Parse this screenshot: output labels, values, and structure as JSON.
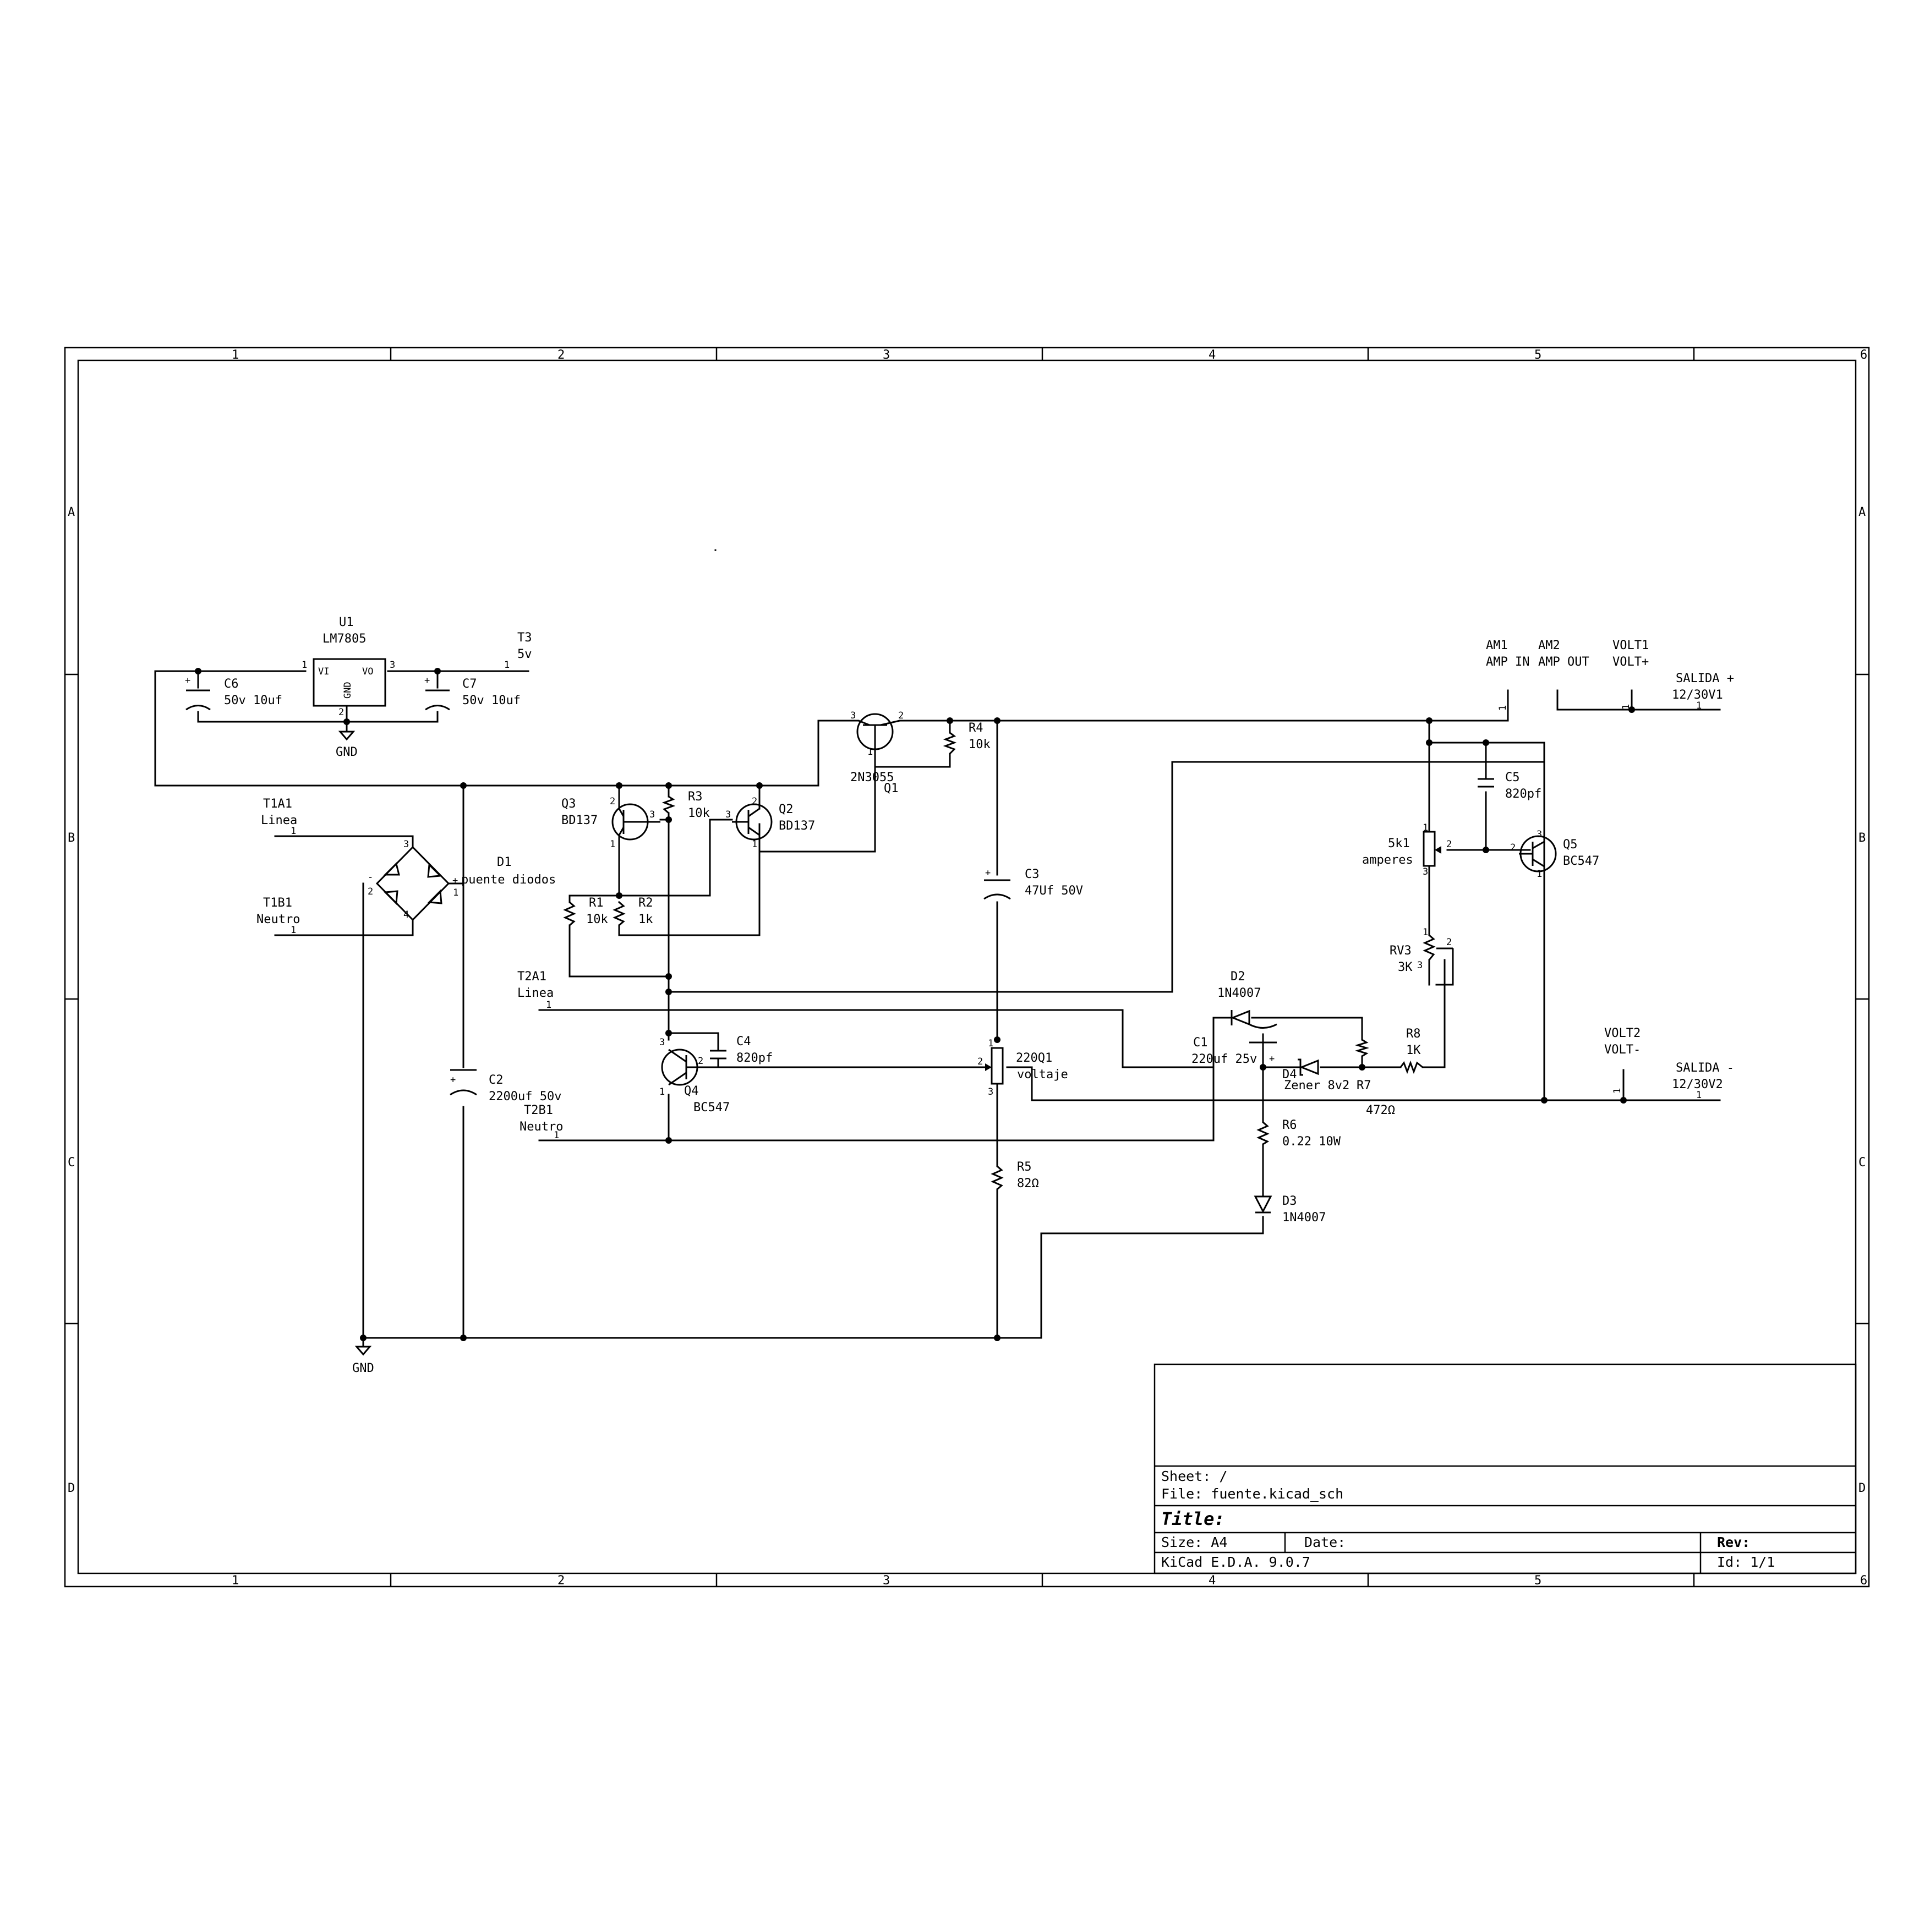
{
  "frame": {
    "columns": [
      "1",
      "2",
      "3",
      "4",
      "5",
      "6"
    ],
    "rows": [
      "A",
      "B",
      "C",
      "D"
    ]
  },
  "title_block": {
    "sheet": "Sheet: /",
    "file": "File: fuente.kicad_sch",
    "title": "Title:",
    "size": "Size: A4",
    "date": "Date:",
    "rev": "Rev:",
    "tool": "KiCad E.D.A. 9.0.7",
    "id": "Id: 1/1"
  },
  "components": {
    "u1": {
      "ref": "U1",
      "value": "LM7805",
      "pin_vi": "VI",
      "pin_vo": "VO",
      "pin_gnd": "GND"
    },
    "c6": {
      "ref": "C6",
      "value": "50v 10uf"
    },
    "c7": {
      "ref": "C7",
      "value": "50v 10uf"
    },
    "t3": {
      "ref": "T3",
      "value": "5v"
    },
    "gnd_top": {
      "label": "GND"
    },
    "gnd_bottom": {
      "label": "GND"
    },
    "t1a1": {
      "ref": "T1A1",
      "value": "Linea"
    },
    "t1b1": {
      "ref": "T1B1",
      "value": "Neutro"
    },
    "d1": {
      "ref": "D1",
      "value": "puente diodos"
    },
    "c2": {
      "ref": "C2",
      "value": "2200uf 50v"
    },
    "q3": {
      "ref": "Q3",
      "value": "BD137"
    },
    "q2": {
      "ref": "Q2",
      "value": "BD137"
    },
    "q1": {
      "ref": "Q1",
      "value": "2N3055"
    },
    "r3": {
      "ref": "R3",
      "value": "10k"
    },
    "r4": {
      "ref": "R4",
      "value": "10k"
    },
    "r1": {
      "ref": "R1",
      "value": "10k"
    },
    "r2": {
      "ref": "R2",
      "value": "1k"
    },
    "c3": {
      "ref": "C3",
      "value": "47Uf 50V"
    },
    "t2a1": {
      "ref": "T2A1",
      "value": "Linea"
    },
    "t2b1": {
      "ref": "T2B1",
      "value": "Neutro"
    },
    "q4": {
      "ref": "Q4",
      "value": "BC547"
    },
    "c4": {
      "ref": "C4",
      "value": "820pf"
    },
    "pot_volt": {
      "ref": "220Q1",
      "value": "voltaje"
    },
    "r5": {
      "ref": "R5",
      "value": "82Ω"
    },
    "d2": {
      "ref": "D2",
      "value": "1N4007"
    },
    "c1": {
      "ref": "C1",
      "value": "220uf 25v"
    },
    "d4": {
      "ref": "D4",
      "value": "Zener 8v2"
    },
    "r7": {
      "ref": "R7",
      "value": "472Ω"
    },
    "r8": {
      "ref": "R8",
      "value": "1K"
    },
    "r6": {
      "ref": "R6",
      "value": "0.22 10W"
    },
    "d3": {
      "ref": "D3",
      "value": "1N4007"
    },
    "am1": {
      "ref": "AM1",
      "value": "AMP IN"
    },
    "am2": {
      "ref": "AM2",
      "value": "AMP OUT"
    },
    "volt1": {
      "ref": "VOLT1",
      "value": "VOLT+"
    },
    "salida_pos": {
      "ref": "SALIDA +",
      "value": "12/30V1"
    },
    "c5": {
      "ref": "C5",
      "value": "820pf"
    },
    "pot_amp": {
      "ref": "5k1",
      "value": "amperes"
    },
    "q5": {
      "ref": "Q5",
      "value": "BC547"
    },
    "rv3": {
      "ref": "RV3",
      "value": "3K"
    },
    "volt2": {
      "ref": "VOLT2",
      "value": "VOLT-"
    },
    "salida_neg": {
      "ref": "SALIDA -",
      "value": "12/30V2"
    }
  },
  "pins": {
    "p1": "1",
    "p2": "2",
    "p3": "3",
    "p4": "4",
    "plus": "+",
    "minus": "-"
  }
}
